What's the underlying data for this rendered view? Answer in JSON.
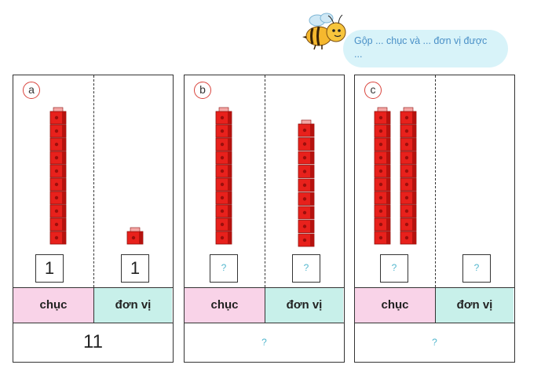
{
  "speech_bubble": {
    "text": "Gộp ... chục và ... đơn vị được ..."
  },
  "column_labels": {
    "tens": "chục",
    "ones": "đơn vị"
  },
  "colors": {
    "block_red": "#e8211c",
    "tens_bg": "#f9d3e8",
    "ones_bg": "#c8f0ea",
    "question_mark": "#55b8cf",
    "bubble_bg": "#d8f3f9"
  },
  "panels": [
    {
      "label": "a",
      "tens_rods": 1,
      "ones_cubes": 1,
      "tens_value": "1",
      "ones_value": "1",
      "total": "11"
    },
    {
      "label": "b",
      "tens_rods": 1,
      "ones_cubes": 9,
      "tens_value": "?",
      "ones_value": "?",
      "total": "?"
    },
    {
      "label": "c",
      "tens_rods": 2,
      "ones_cubes": 0,
      "tens_value": "?",
      "ones_value": "?",
      "total": "?"
    }
  ]
}
